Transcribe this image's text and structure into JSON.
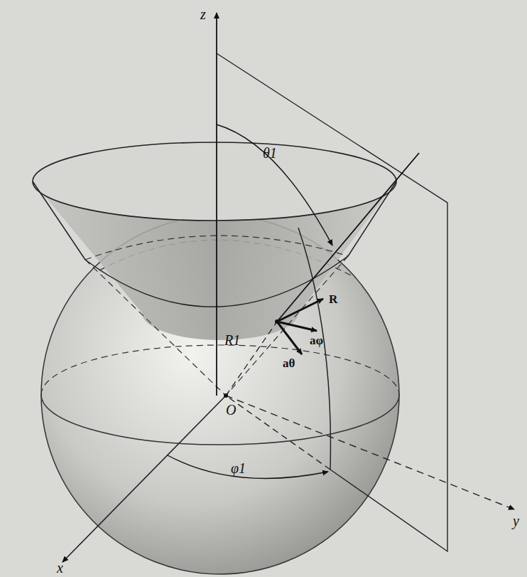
{
  "diagram": {
    "labels": [
      "z",
      "θ1",
      "R",
      "R1",
      "aφ",
      "aθ",
      "O",
      "φ1",
      "x",
      "y"
    ]
  }
}
